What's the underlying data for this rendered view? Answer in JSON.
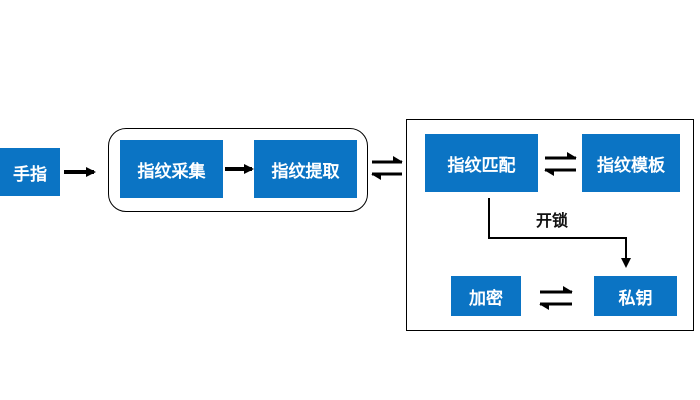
{
  "nodes": {
    "finger": "手指",
    "capture": "指纹采集",
    "extract": "指纹提取",
    "match": "指纹匹配",
    "template": "指纹模板",
    "encrypt": "加密",
    "private_key": "私钥"
  },
  "edge_labels": {
    "unlock": "开锁"
  },
  "colors": {
    "node_fill": "#0b74c4",
    "node_text": "#ffffff",
    "line": "#000000"
  }
}
